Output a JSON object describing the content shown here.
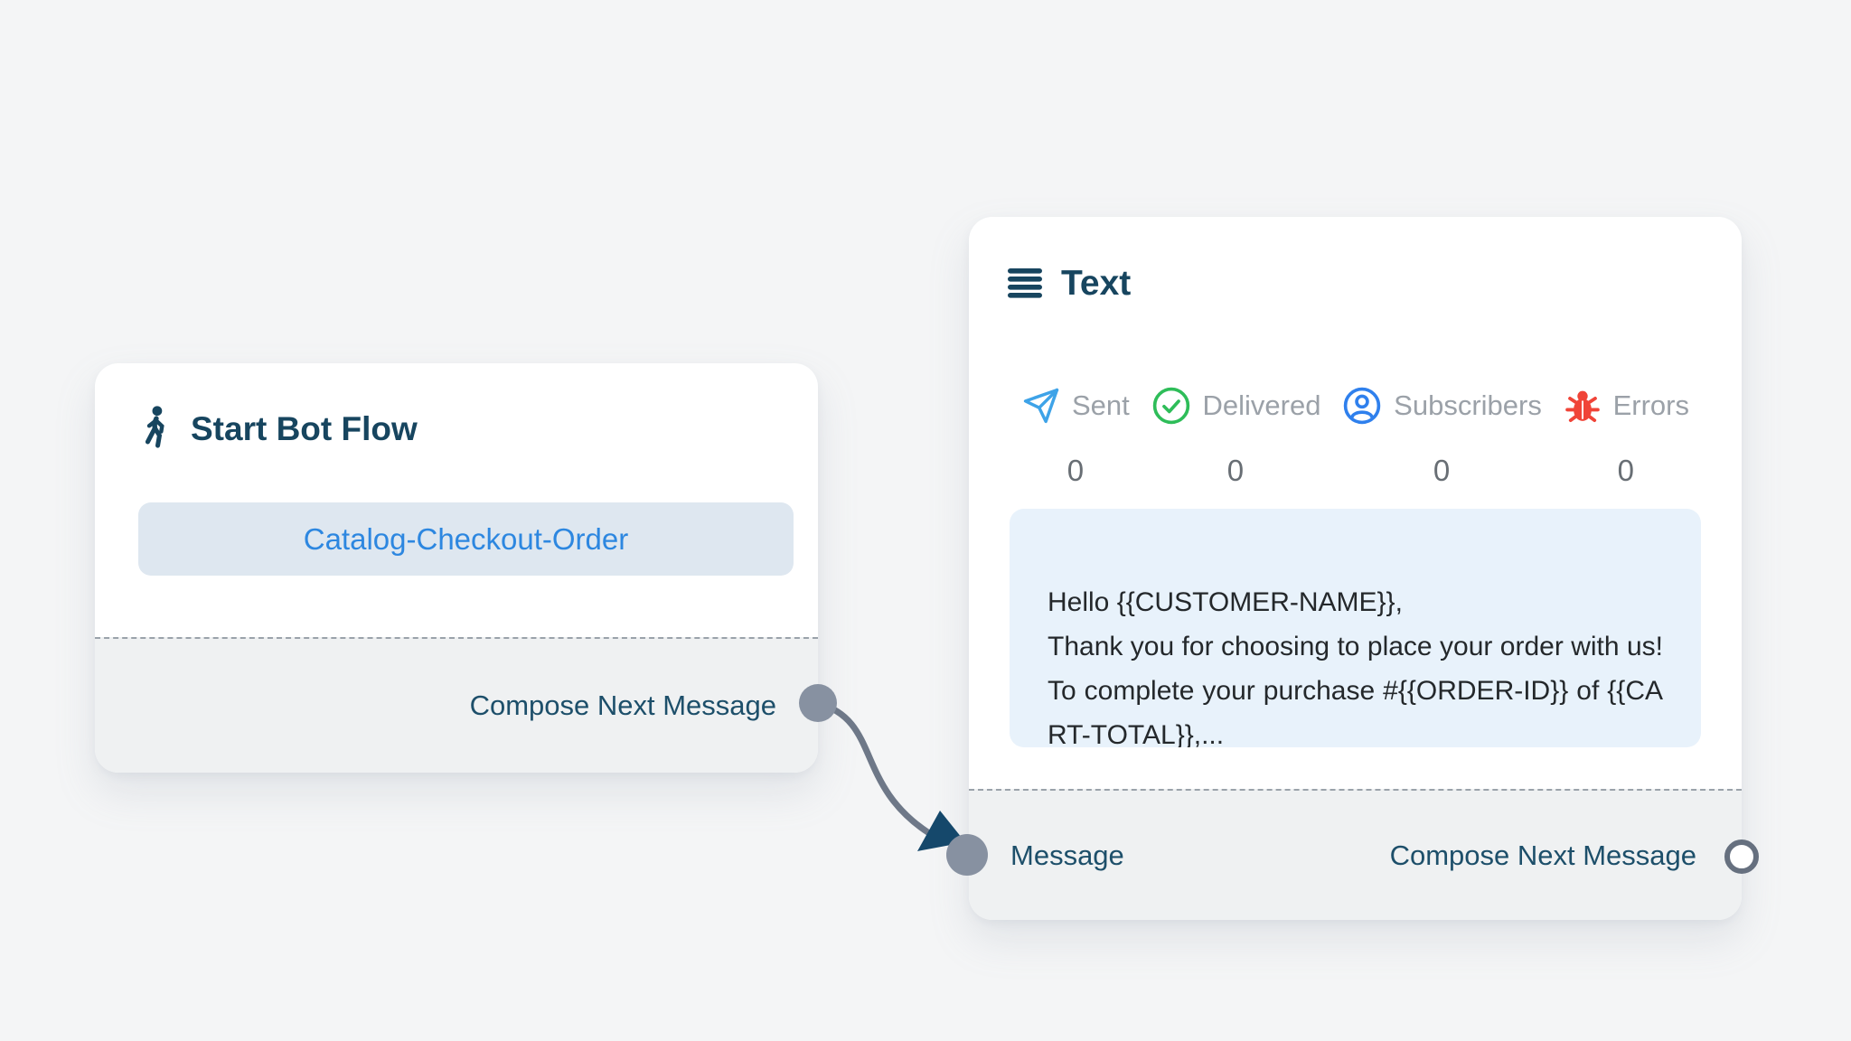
{
  "canvas": {
    "background": "#f4f5f6"
  },
  "colors": {
    "navy": "#17455f",
    "sent_icon": "#3ea3e8",
    "delivered_icon": "#2ebd59",
    "subscribers_icon": "#2f80ed",
    "errors_icon": "#f04438",
    "flow_pill_bg": "#dee7f0",
    "flow_pill_text": "#2d87e0",
    "bubble_bg": "#e8f2fb",
    "connector": "#6e7888"
  },
  "start_node": {
    "title": "Start Bot Flow",
    "flow_label": "Catalog-Checkout-Order",
    "footer": {
      "compose_label": "Compose Next Message"
    }
  },
  "text_node": {
    "title": "Text",
    "stats": [
      {
        "icon": "send-icon",
        "label": "Sent",
        "value": "0"
      },
      {
        "icon": "check-circle-icon",
        "label": "Delivered",
        "value": "0"
      },
      {
        "icon": "user-circle-icon",
        "label": "Subscribers",
        "value": "0"
      },
      {
        "icon": "bug-icon",
        "label": "Errors",
        "value": "0"
      }
    ],
    "message_preview": "Hello {{CUSTOMER-NAME}},\nThank you for choosing to place your order with us! To complete your purchase #{{ORDER-ID}} of {{CART-TOTAL}},...",
    "footer": {
      "input_label": "Message",
      "compose_label": "Compose Next Message"
    }
  }
}
